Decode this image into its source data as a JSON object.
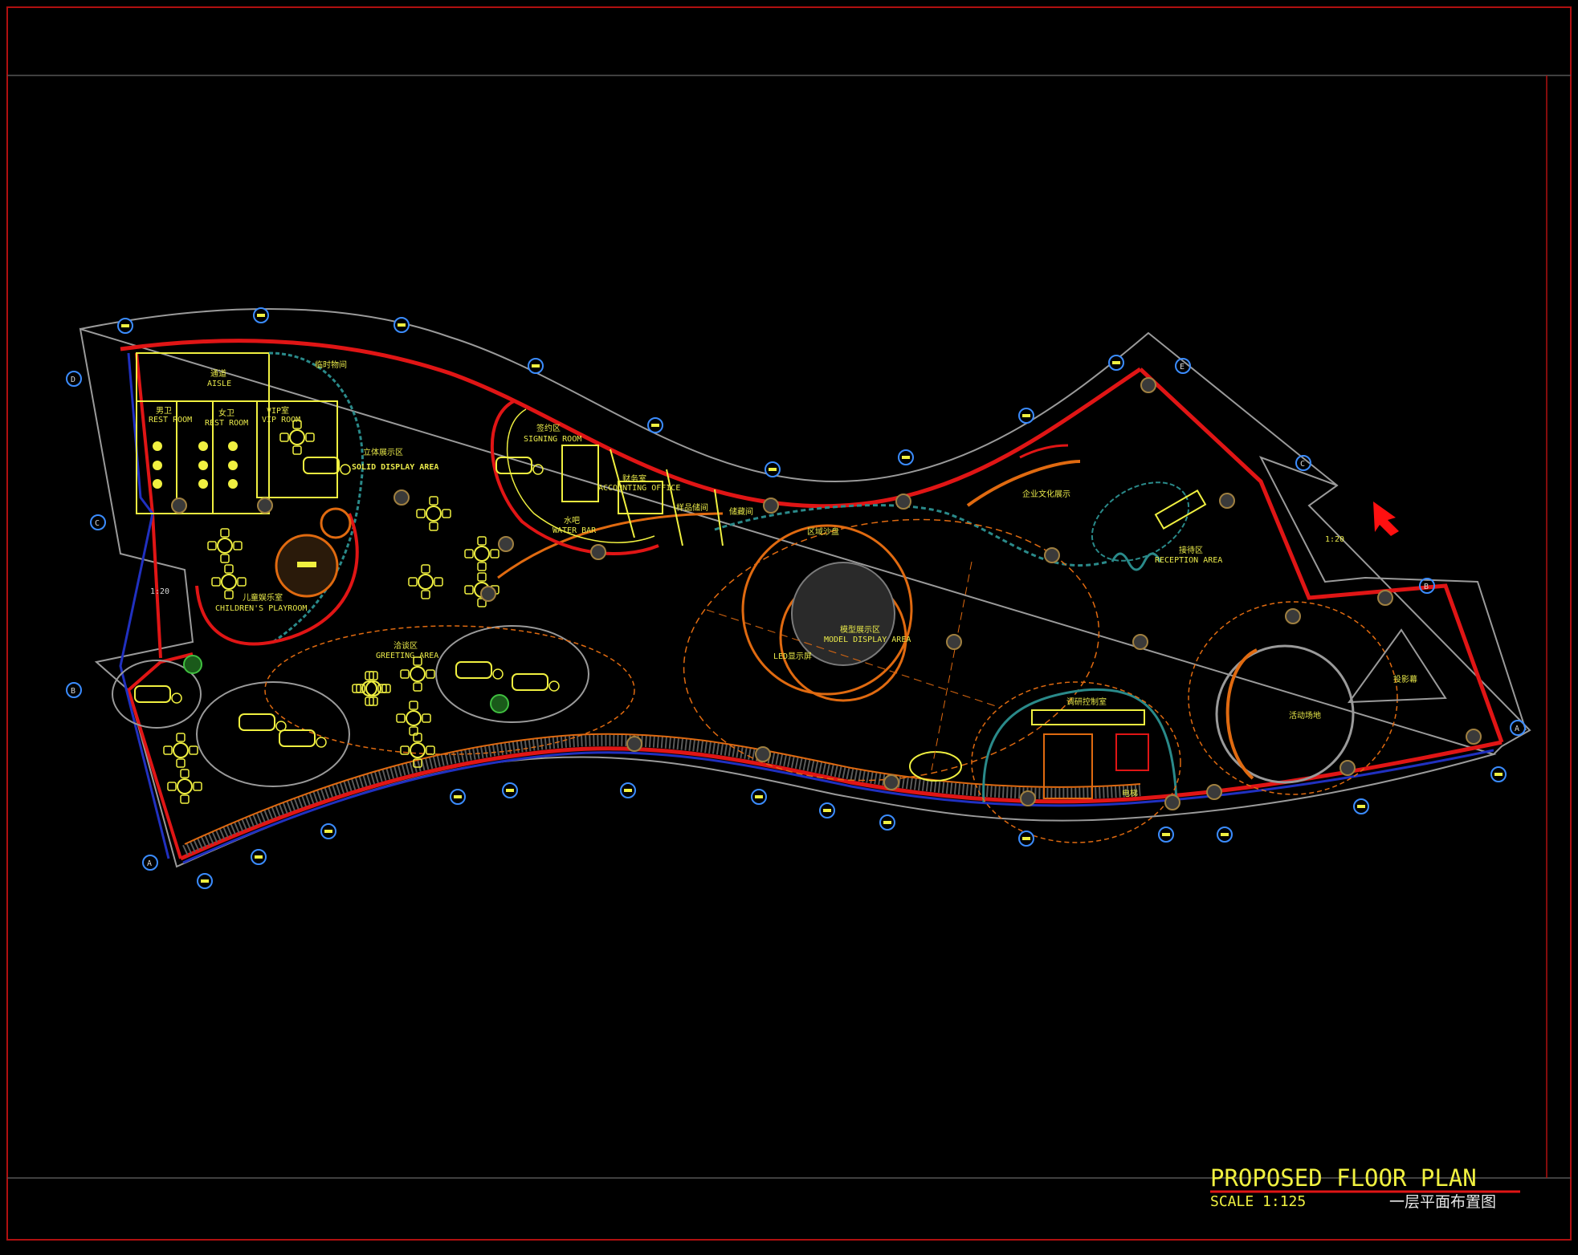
{
  "title_block": {
    "title": "PROPOSED FLOOR PLAN",
    "scale": "SCALE 1:125",
    "title_cn": "一层平面布置图"
  },
  "rooms": {
    "aisle_cn": "通道",
    "aisle_en": "AISLE",
    "male_rest_cn": "男卫",
    "male_rest_en": "REST ROOM",
    "female_rest_cn": "女卫",
    "female_rest_en": "REST ROOM",
    "vip_cn": "VIP室",
    "vip_en": "VIP ROOM",
    "exhibit_cn": "立体展示区",
    "exhibit_en": "SOLID DISPLAY AREA",
    "playroom_cn": "儿童娱乐室",
    "playroom_en": "CHILDREN'S PLAYROOM",
    "greeting_cn": "洽谈区",
    "greeting_en": "GREETING AREA",
    "signing_cn": "签约区",
    "signing_en": "SIGNING ROOM",
    "accounting_cn": "财务室",
    "accounting_en": "ACCOUNTING OFFICE",
    "water_bar_cn": "水吧",
    "water_bar_en": "WATER BAR",
    "temp_storage": "临时物间",
    "storage": "储藏间",
    "product_storage": "样品储间",
    "regional_sand": "区域沙盘",
    "culture": "企业文化展示",
    "reception_cn": "接待区",
    "reception_en": "RECEPTION AREA",
    "model_cn": "模型展示区",
    "model_en": "MODEL DISPLAY AREA",
    "led": "LED显示屏",
    "control_room": "调研控制室",
    "elevator": "电梯",
    "activity": "活动场地",
    "projection": "投影幕",
    "scale_small_1": "1:20",
    "scale_small_2": "1:20"
  },
  "axis_tags": {
    "a_left": "A",
    "b_left": "B",
    "c_left": "C",
    "d_left": "D",
    "a_right": "A",
    "b_right": "B",
    "c_right": "C",
    "e_top": "E"
  },
  "colors": {
    "background": "#000000",
    "frame": "#b01010",
    "wall_red": "#e01515",
    "wall_blue": "#2030c0",
    "outline_white": "#9a9a9a",
    "furniture_yellow": "#f0f040",
    "orange": "#e06a10",
    "teal": "#2a8a8a",
    "bubble_blue": "#3b8cff",
    "entrance_arrow": "#ff1010"
  }
}
